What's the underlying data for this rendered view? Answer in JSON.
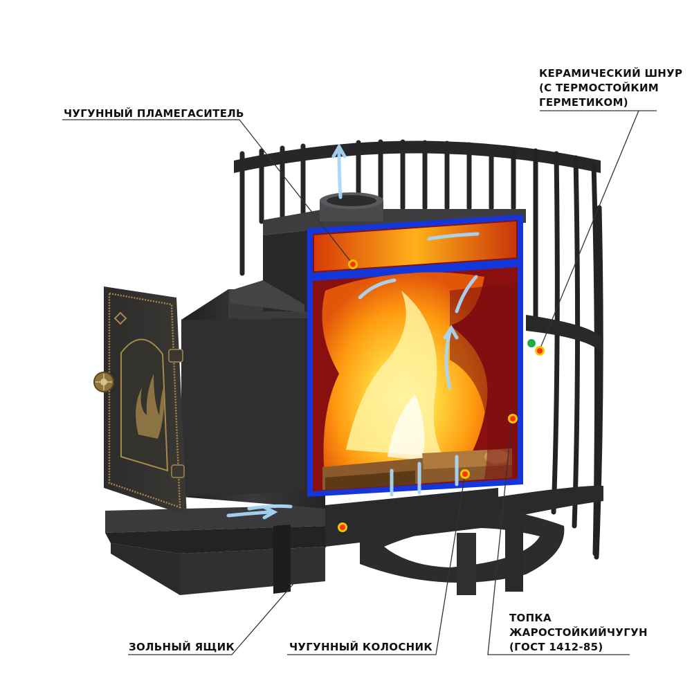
{
  "labels": {
    "ceramic_cord_line1": "КЕРАМИЧЕСКИЙ ШНУР",
    "ceramic_cord_line2": "(С ТЕРМОСТОЙКИМ",
    "ceramic_cord_line3": "ГЕРМЕТИКОМ)",
    "flame_arrester": "ЧУГУННЫЙ ПЛАМЕГАСИТЕЛЬ",
    "firebox_line1": "ТОПКА",
    "firebox_line2": "ЖАРОСТОЙКИЙЧУГУН",
    "firebox_line3": "(ГОСТ 1412-85)",
    "ash_box": "ЗОЛЬНЫЙ ЯЩИК",
    "grate": "ЧУГУННЫЙ КОЛОСНИК"
  },
  "colors": {
    "callout_dot": "#ff3300",
    "callout_ring": "#f5c400",
    "cord_dot": "#22aa44",
    "chamber_outline": "#1536d8",
    "chamber_wall": "#8a1010",
    "metal": "#2e2e30",
    "bronze": "#a8894a",
    "air_arrow": "#a9d6f5"
  },
  "icons": {
    "door_handle": "flower-knob-icon",
    "door_emblem": "flame-relief-icon",
    "air_flow": "air-arrow-icon"
  }
}
